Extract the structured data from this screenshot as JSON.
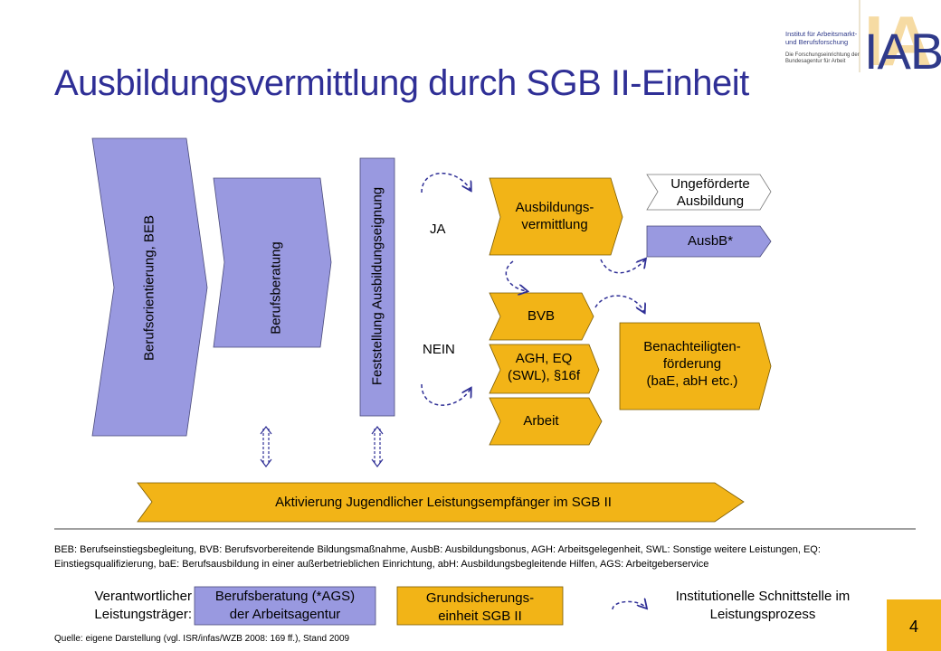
{
  "title": "Ausbildungsvermittlung durch SGB II-Einheit",
  "logo": {
    "line1": "Institut für Arbeitsmarkt-",
    "line2": "und Berufsforschung",
    "sub1": "Die Forschungseinrichtung der",
    "sub2": "Bundesagentur für Arbeit",
    "mark": "IAB"
  },
  "diagram": {
    "box_beb": "Berufsorientierung, BEB",
    "box_beratung": "Berufsberatung",
    "box_feststellung": "Feststellung Ausbildungseignung",
    "ja": "JA",
    "nein": "NEIN",
    "vermittlung_l1": "Ausbildungs-",
    "vermittlung_l2": "vermittlung",
    "ungefoerderte_l1": "Ungeförderte",
    "ungefoerderte_l2": "Ausbildung",
    "ausbb": "AusbB*",
    "bvb": "BVB",
    "agh_l1": "AGH, EQ",
    "agh_l2": "(SWL), §16f",
    "arbeit": "Arbeit",
    "benacht_l1": "Benachteiligten-",
    "benacht_l2": "förderung",
    "benacht_l3": "(baE, abH etc.)",
    "aktivierung": "Aktivierung Jugendlicher Leistungsempfänger im SGB II"
  },
  "footnote": "BEB: Berufseinstiegsbegleitung, BVB: Berufsvorbereitende Bildungsmaßnahme, AusbB: Ausbildungsbonus, AGH: Arbeitsgelegenheit, SWL: Sonstige weitere Leistungen, EQ: Einstiegsqualifizierung, baE: Berufsausbildung in einer außerbetrieblichen Einrichtung, abH: Ausbildungsbegleitende Hilfen, AGS: Arbeitgeberservice",
  "legend": {
    "traeger_l1": "Verantwortlicher",
    "traeger_l2": "Leistungsträger:",
    "agentur_l1": "Berufsberatung  (*AGS)",
    "agentur_l2": "der Arbeitsagentur",
    "sgb_l1": "Grundsicherungs-",
    "sgb_l2": "einheit SGB II",
    "schnitt_l1": "Institutionelle Schnittstelle im",
    "schnitt_l2": "Leistungsprozess"
  },
  "source": "Quelle: eigene Darstellung (vgl. ISR/infas/WZB 2008: 169 ff.), Stand 2009",
  "page_number": "4",
  "colors": {
    "title": "#2f2f96",
    "lavender": "#9999e0",
    "orange": "#f2b417"
  }
}
